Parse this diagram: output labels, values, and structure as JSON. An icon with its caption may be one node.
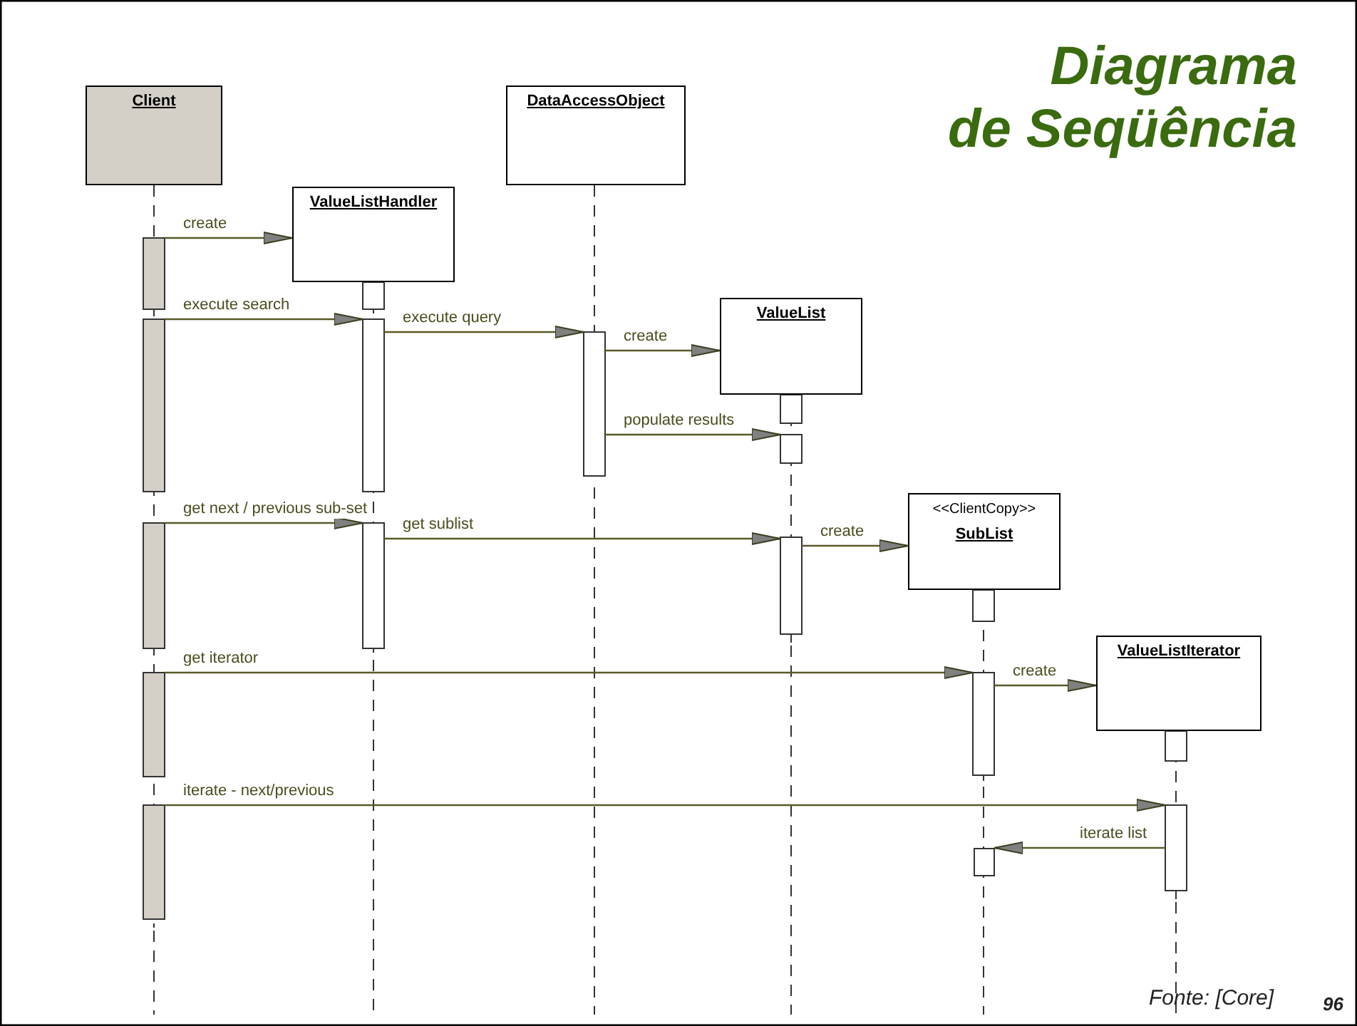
{
  "diagram": {
    "title": "Diagrama de Seqüência",
    "caption": "Fonte: [Core]",
    "nodes": [
      {
        "text": [
          "Client"
        ]
      },
      {
        "text": [
          "DataAccessObject"
        ]
      },
      {
        "text": [
          "ValueListHandler"
        ]
      },
      {
        "text": [
          "ValueList"
        ]
      },
      {
        "text": [
          "<<ClientCopy>>",
          "SubList"
        ]
      },
      {
        "text": [
          "ValueListIterator"
        ]
      },
      {
        "text": [],
        "shape": "bar"
      }
    ],
    "edges": [
      {
        "from": 0,
        "to": 2,
        "arrow": "to",
        "label": "create"
      },
      {
        "from": 0,
        "to": 2,
        "arrow": "to",
        "label": "execute search"
      },
      {
        "from": 2,
        "to": 1,
        "arrow": "to",
        "label": "execute query"
      },
      {
        "from": 1,
        "to": 3,
        "arrow": "to",
        "label": "create"
      },
      {
        "from": 1,
        "to": 3,
        "arrow": "to",
        "label": "populate results"
      },
      {
        "from": 0,
        "to": 2,
        "arrow": "to",
        "label": "get next / previous sub-set"
      },
      {
        "from": 2,
        "to": 3,
        "arrow": "to",
        "label": "get sublist"
      },
      {
        "from": 3,
        "to": 4,
        "arrow": "to",
        "label": "create"
      },
      {
        "from": 0,
        "to": 4,
        "arrow": "to",
        "label": "get iterator"
      },
      {
        "from": 4,
        "to": 5,
        "arrow": "to",
        "label": "create"
      },
      {
        "from": 0,
        "to": 5,
        "arrow": "to",
        "label": "iterate - next/previous"
      },
      {
        "from": 5,
        "to": 6,
        "arrow": "to",
        "label": "iterate list"
      }
    ],
    "labels": [
      "96"
    ]
  }
}
